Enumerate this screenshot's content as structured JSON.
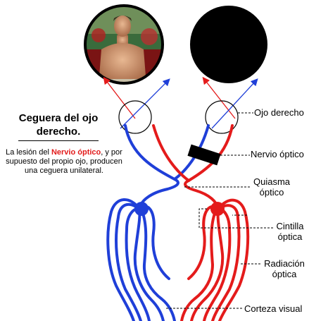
{
  "heading": "Ceguera del ojo derecho.",
  "description": {
    "before": "La lesión del ",
    "highlight": "Nervio óptico",
    "after": ", y por supuesto del propio ojo, producen una ceguera unilateral."
  },
  "labels": {
    "eye": "Ojo derecho",
    "optic_nerve": "Nervio óptico",
    "chiasm_line1": "Quiasma",
    "chiasm_line2": "óptico",
    "tract_line1": "Cintilla",
    "tract_line2": "óptica",
    "radiation_line1": "Radiación",
    "radiation_line2": "óptica",
    "cortex": "Corteza visual"
  },
  "visual_fields": {
    "left": "photo of a shirtless footballer (visible field)",
    "right": "black disc (blind field)"
  },
  "colors": {
    "left_pathway": "#1f3fd8",
    "right_pathway": "#e41b1b",
    "lesion": "#000000",
    "description_highlight": "#e21a1a"
  },
  "icons": [
    "eye-left-icon",
    "eye-right-icon",
    "lesion-block-icon",
    "lgn-left-icon",
    "lgn-right-icon"
  ]
}
